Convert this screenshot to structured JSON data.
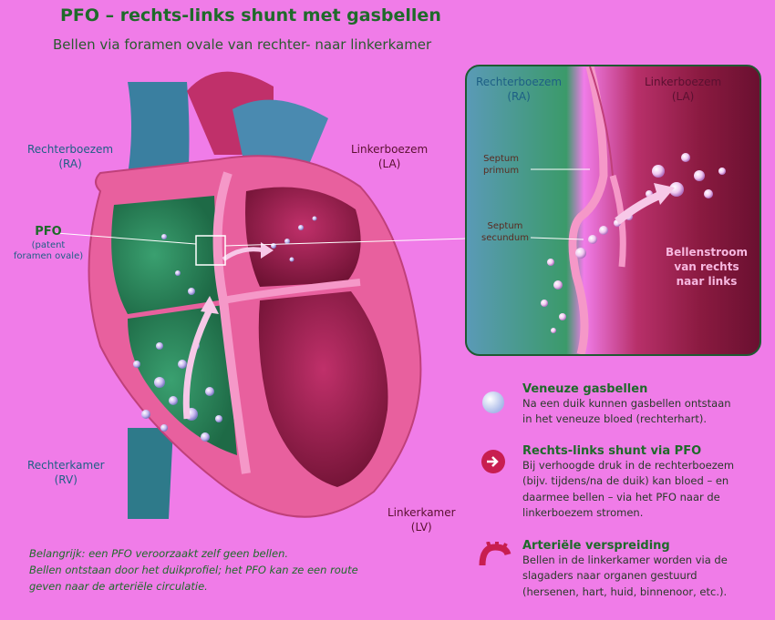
{
  "title": "PFO – rechts-links shunt met gasbellen",
  "subtitle": "Bellen via foramen ovale van rechter- naar linkerkamer",
  "heart_labels": {
    "ra": {
      "name": "Rechterboezem",
      "abbr": "(RA)"
    },
    "la": {
      "name": "Linkerboezem",
      "abbr": "(LA)"
    },
    "rv": {
      "name": "Rechterkamer",
      "abbr": "(RV)"
    },
    "lv": {
      "name": "Linkerkamer",
      "abbr": "(LV)"
    },
    "pfo": {
      "name": "PFO",
      "line1": "(patent",
      "line2": "foramen ovale)"
    }
  },
  "inset": {
    "ra": {
      "name": "Rechterboezem",
      "abbr": "(RA)"
    },
    "la": {
      "name": "Linkerboezem",
      "abbr": "(LA)"
    },
    "septum_primum": {
      "line1": "Septum",
      "line2": "primum"
    },
    "septum_secundum": {
      "line1": "Septum",
      "line2": "secundum"
    },
    "flow": {
      "line1": "Bellenstroom",
      "line2": "van rechts",
      "line3": "naar links"
    }
  },
  "legend": [
    {
      "icon": "bubble-icon",
      "title": "Veneuze gasbellen",
      "lines": [
        "Na een duik kunnen gasbellen ontstaan",
        "in het veneuze bloed (rechterhart)."
      ]
    },
    {
      "icon": "arrow-circle-icon",
      "title": "Rechts-links shunt via PFO",
      "lines": [
        "Bij verhoogde druk in de rechterboezem",
        "(bijv. tijdens/na de duik) kan bloed – en",
        "daarmee bellen – via het PFO naar de",
        "linkerboezem stromen."
      ]
    },
    {
      "icon": "artery-icon",
      "title": "Arteriële verspreiding",
      "lines": [
        "Bellen in de linkerkamer worden via de",
        "slagaders naar organen gestuurd",
        "(hersenen, hart, huid, binnenoor, etc.)."
      ]
    }
  ],
  "note": [
    "Belangrijk: een PFO veroorzaakt zelf geen bellen.",
    "Bellen ontstaan door het duikprofiel; het PFO kan ze een route",
    "geven naar de arteriële circulatie."
  ],
  "colors": {
    "background": "#f07ce8",
    "accent_green": "#1f6a2a",
    "heart_pink": "#e8609e",
    "chamber_green": "#2f8a5a",
    "blood_red": "#a82050"
  }
}
